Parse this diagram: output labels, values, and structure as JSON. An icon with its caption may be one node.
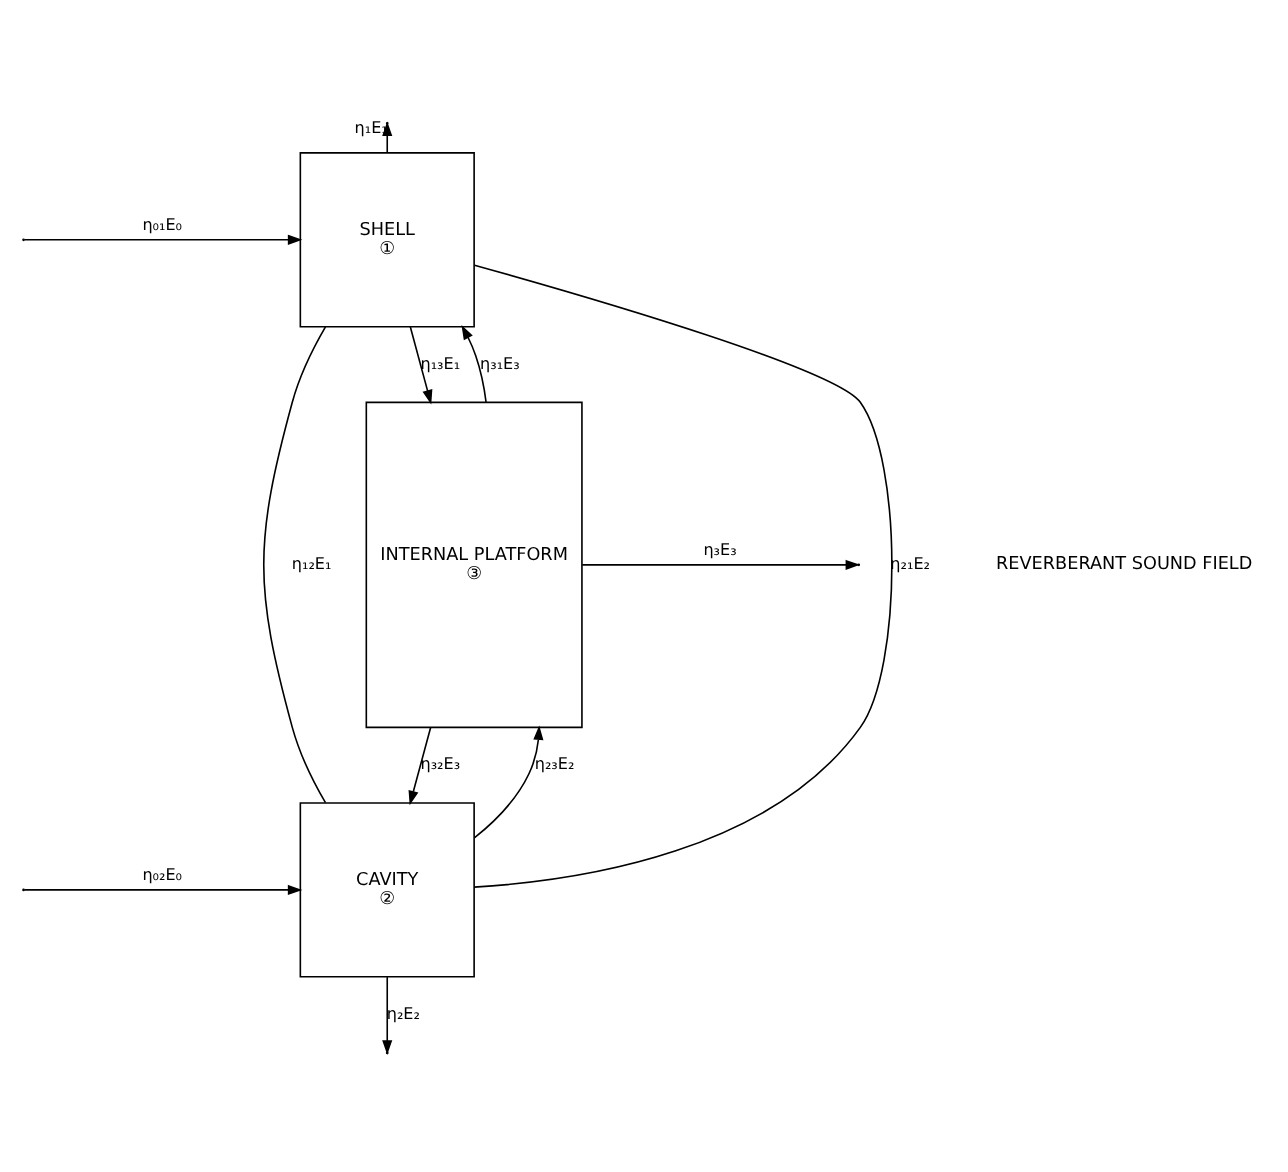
{
  "diagram": {
    "nodes": [
      {
        "text": [
          "SHELL",
          "①"
        ]
      },
      {
        "text": [
          "CAVITY",
          "②"
        ]
      },
      {
        "text": [
          "INTERNAL PLATFORM",
          "③"
        ]
      }
    ],
    "edges": [
      {
        "from": null,
        "to": 0,
        "arrow": "to",
        "label": "η₀₁E₀"
      },
      {
        "from": 0,
        "to": null,
        "arrow": "to",
        "label": "η₁E₁"
      },
      {
        "from": 0,
        "to": 2,
        "arrow": "to",
        "label": "η₁₃E₁"
      },
      {
        "from": 2,
        "to": 0,
        "arrow": "to",
        "label": "η₃₁E₃"
      },
      {
        "from": 1,
        "to": 0,
        "arrow": "none",
        "label": "η₂₁E₂"
      },
      {
        "from": 0,
        "to": 1,
        "arrow": "none",
        "label": "η₁₂E₁"
      },
      {
        "from": 1,
        "to": 2,
        "arrow": "to",
        "label": "η₂₃E₂"
      },
      {
        "from": 2,
        "to": 1,
        "arrow": "to",
        "label": "η₃₂E₃"
      },
      {
        "from": null,
        "to": 1,
        "arrow": "to",
        "label": "η₀₂E₀"
      },
      {
        "from": 1,
        "to": null,
        "arrow": "to",
        "label": "η₂E₂"
      },
      {
        "from": 2,
        "to": null,
        "arrow": "to",
        "label": "η₃E₃"
      }
    ],
    "labels": [
      "REVERBERANT SOUND FIELD"
    ]
  }
}
